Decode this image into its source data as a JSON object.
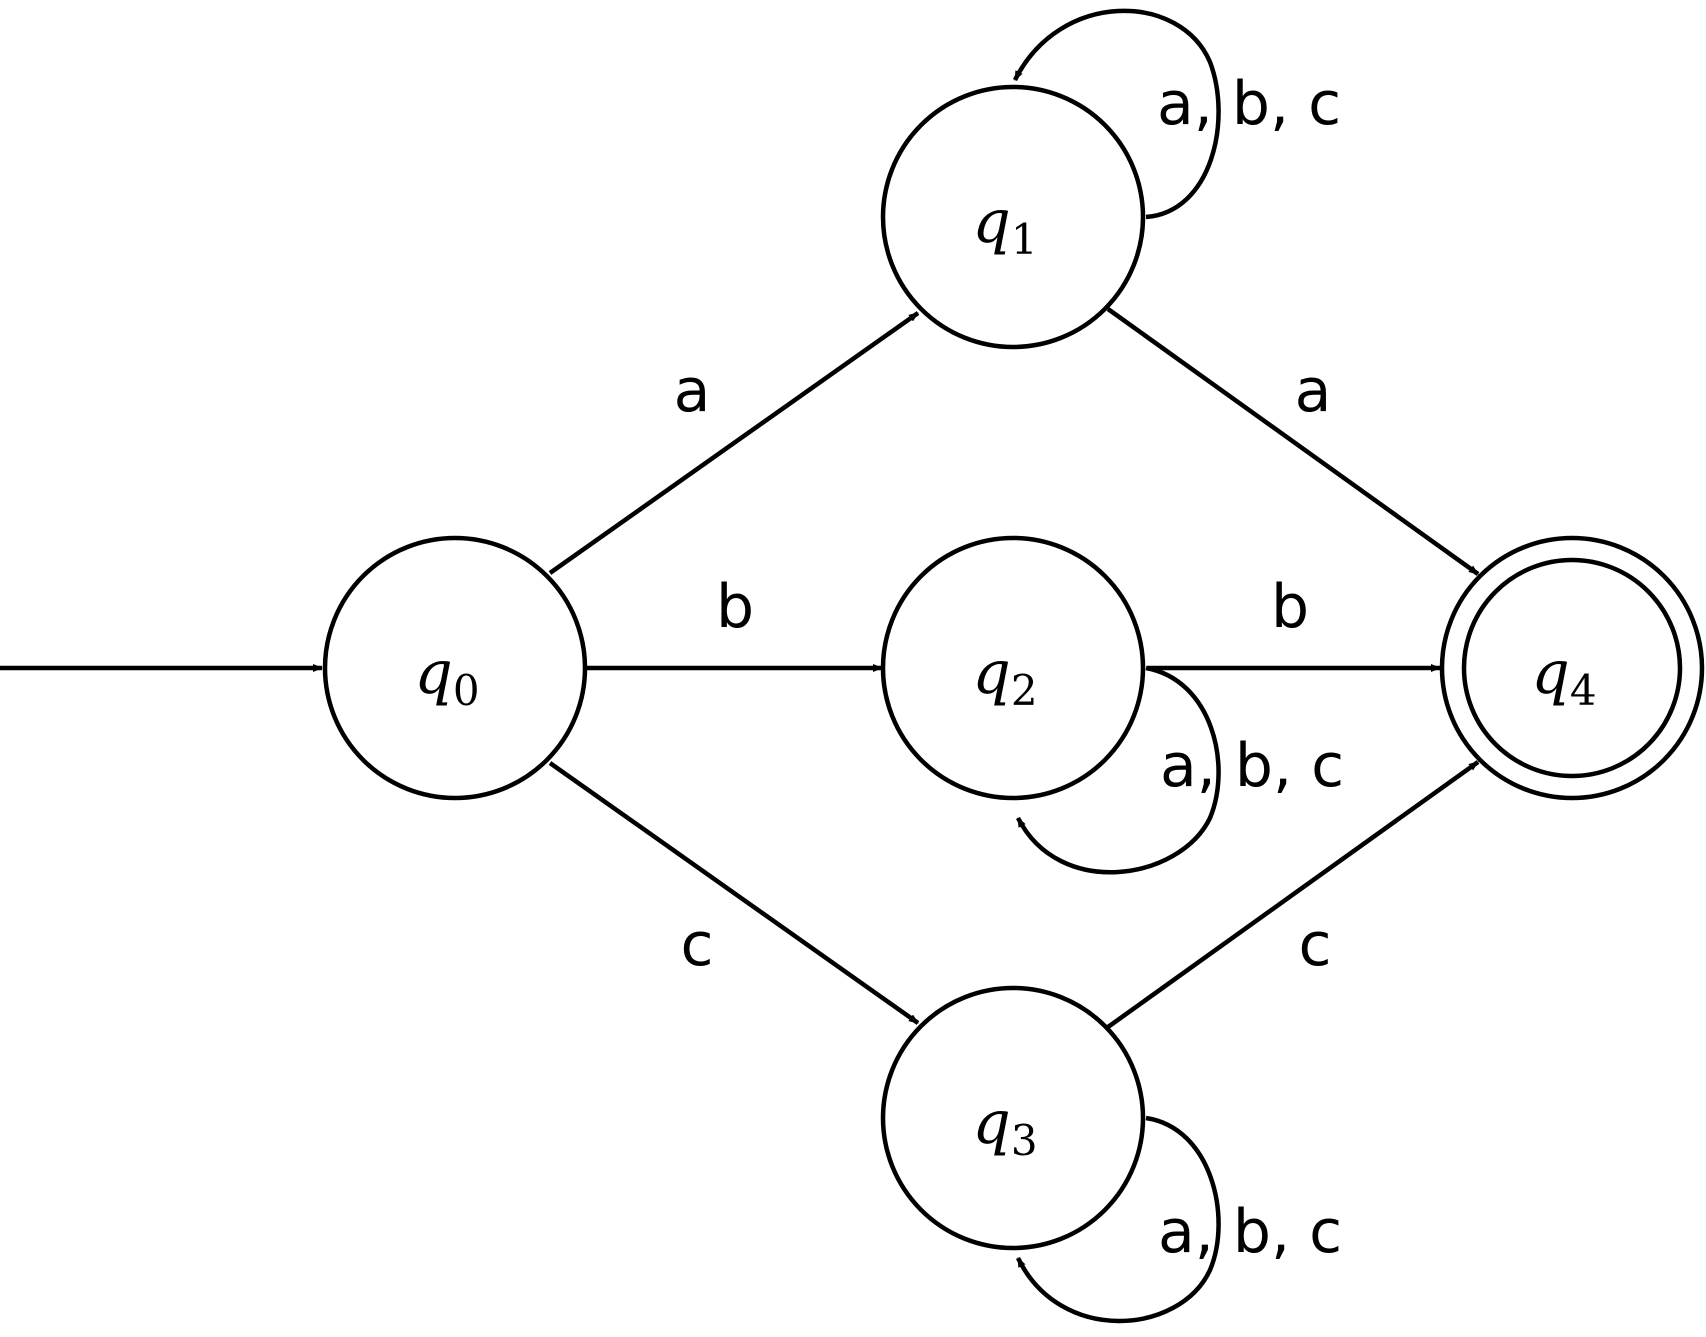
{
  "diagram": {
    "type": "finite-automaton",
    "states": [
      {
        "id": "q0",
        "base": "q",
        "sub": "0",
        "accepting": false,
        "initial": true
      },
      {
        "id": "q1",
        "base": "q",
        "sub": "1",
        "accepting": false,
        "initial": false
      },
      {
        "id": "q2",
        "base": "q",
        "sub": "2",
        "accepting": false,
        "initial": false
      },
      {
        "id": "q3",
        "base": "q",
        "sub": "3",
        "accepting": false,
        "initial": false
      },
      {
        "id": "q4",
        "base": "q",
        "sub": "4",
        "accepting": true,
        "initial": false
      }
    ],
    "transitions": [
      {
        "from": "q0",
        "to": "q1",
        "label": "a"
      },
      {
        "from": "q0",
        "to": "q2",
        "label": "b"
      },
      {
        "from": "q0",
        "to": "q3",
        "label": "c"
      },
      {
        "from": "q1",
        "to": "q4",
        "label": "a"
      },
      {
        "from": "q2",
        "to": "q4",
        "label": "b"
      },
      {
        "from": "q3",
        "to": "q4",
        "label": "c"
      },
      {
        "from": "q1",
        "to": "q1",
        "label": "a, b, c"
      },
      {
        "from": "q2",
        "to": "q2",
        "label": "a, b, c"
      },
      {
        "from": "q3",
        "to": "q3",
        "label": "a, b, c"
      }
    ],
    "colors": {
      "stroke": "#000000",
      "background": "#ffffff"
    }
  }
}
